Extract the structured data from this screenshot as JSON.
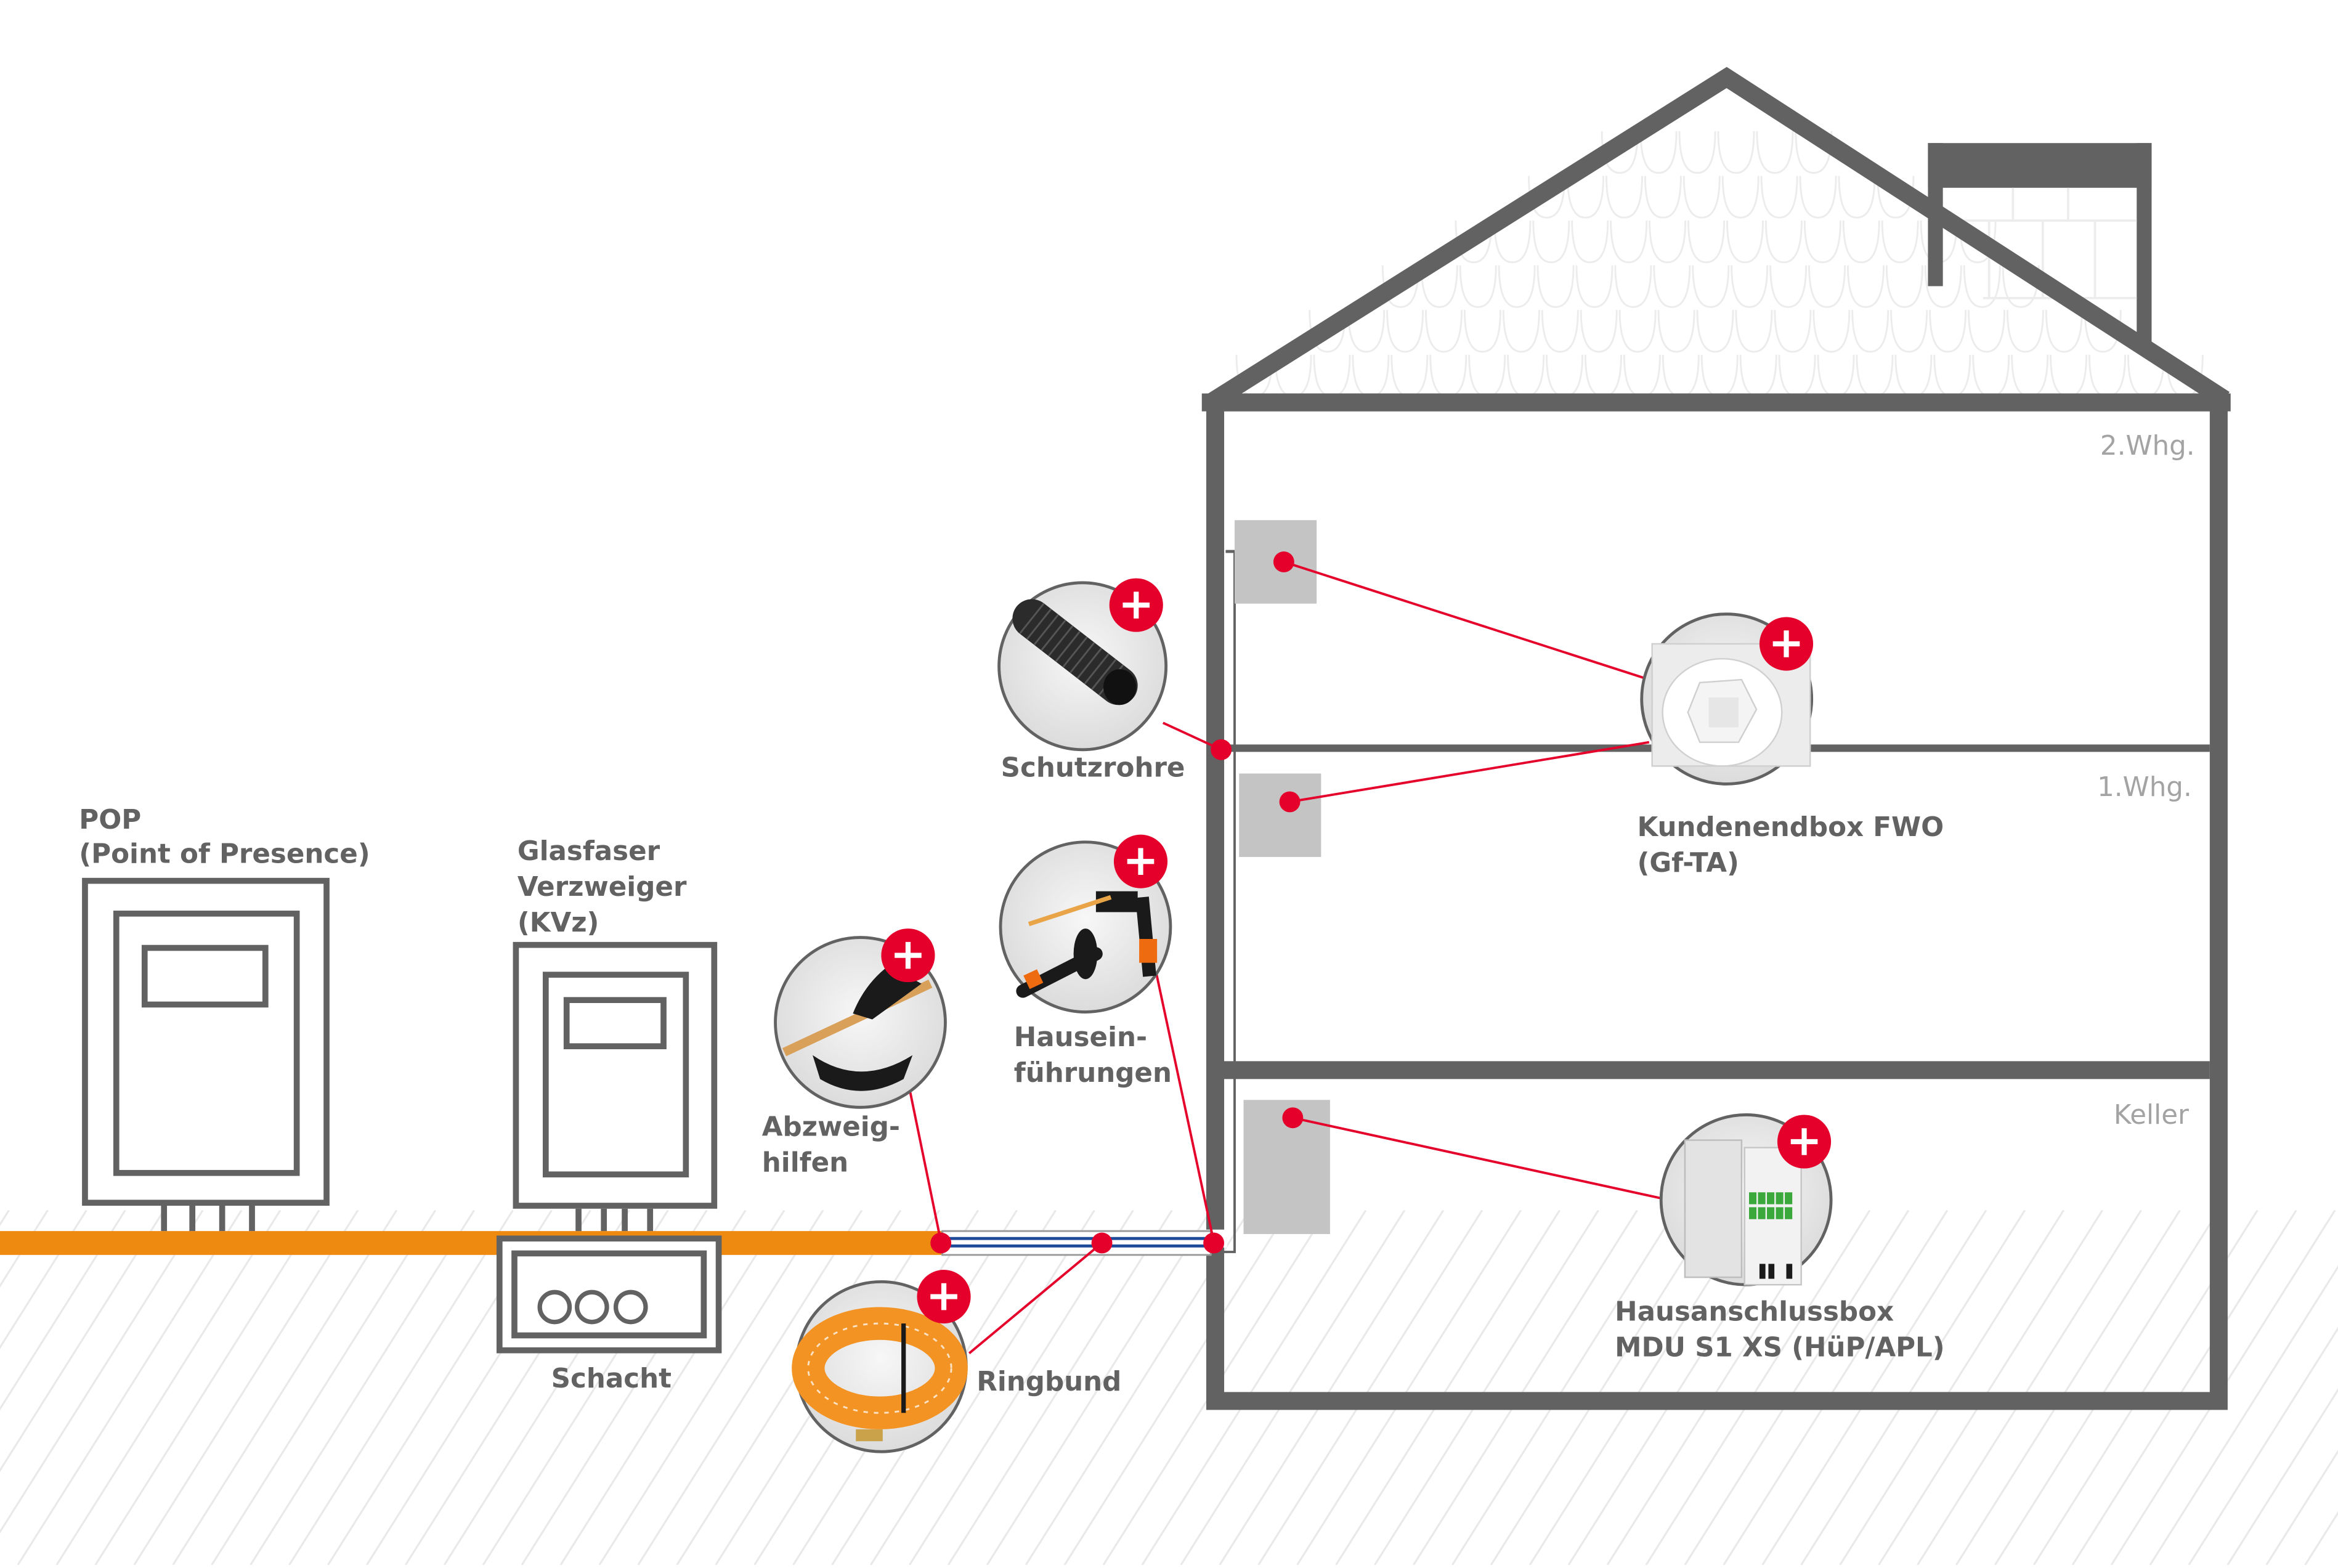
{
  "diagram": {
    "title": "FTTH Glasfaser-Hausanschluss",
    "colors": {
      "structure": "#626262",
      "fiber_trunk": "#ef8a11",
      "connector": "#e4002b",
      "outlet_box": "#c4c4c4",
      "drop_cable": "#1e4a9a",
      "room_label": "#a3a3a3"
    },
    "nodes": {
      "pop": {
        "line1": "POP",
        "line2": "(Point of Presence)"
      },
      "kvz": {
        "line1": "Glasfaser",
        "line2": "Verzweiger",
        "line3": "(KVz)"
      },
      "schacht": {
        "label": "Schacht"
      }
    },
    "rooms": {
      "floor2": "2.Whg.",
      "floor1": "1.Whg.",
      "basement": "Keller"
    },
    "products": [
      {
        "id": "schutzrohre",
        "line1": "Schutzrohre",
        "line2": "",
        "icon": "corrugated-conduit",
        "badge": "+"
      },
      {
        "id": "hauseinfuehrungen",
        "line1": "Hausein-",
        "line2": "führungen",
        "icon": "house-entry-seal",
        "badge": "+"
      },
      {
        "id": "abzweighilfen",
        "line1": "Abzweig-",
        "line2": "hilfen",
        "icon": "branch-aid",
        "badge": "+"
      },
      {
        "id": "ringbund",
        "line1": "Ringbund",
        "line2": "",
        "icon": "cable-coil",
        "badge": "+"
      },
      {
        "id": "kundenendbox",
        "line1": "Kundenendbox FWO",
        "line2": "(Gf-TA)",
        "icon": "customer-end-box",
        "badge": "+"
      },
      {
        "id": "hausanschlussbox",
        "line1": "Hausanschlussbox",
        "line2": "MDU S1 XS (HüP/APL)",
        "icon": "house-connection-box",
        "badge": "+"
      }
    ]
  }
}
